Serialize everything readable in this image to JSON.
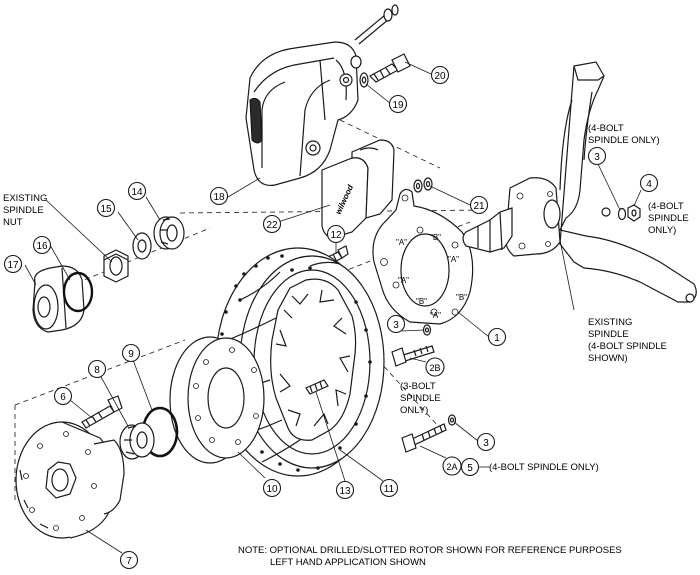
{
  "callouts": {
    "c1": "1",
    "c2A": "2A",
    "c2B": "2B",
    "c3a": "3",
    "c3b": "3",
    "c3c": "3",
    "c4": "4",
    "c5": "5",
    "c6": "6",
    "c7": "7",
    "c8": "8",
    "c9": "9",
    "c10": "10",
    "c11": "11",
    "c12": "12",
    "c13": "13",
    "c14": "14",
    "c15": "15",
    "c16": "16",
    "c17": "17",
    "c18": "18",
    "c19": "19",
    "c20": "20",
    "c21": "21",
    "c22": "22"
  },
  "labels": {
    "existing_spindle_nut": [
      "EXISTING",
      "SPINDLE",
      "NUT"
    ],
    "four_bolt_spindle_only_top": [
      "(4-BOLT",
      "SPINDLE ONLY)"
    ],
    "four_bolt_spindle_only_right": [
      "(4-BOLT",
      "SPINDLE",
      "ONLY)"
    ],
    "existing_spindle": [
      "EXISTING",
      "SPINDLE",
      "(4-BOLT SPINDLE",
      "SHOWN)"
    ],
    "three_bolt_spindle_only": [
      "(3-BOLT",
      "SPINDLE",
      "ONLY)"
    ],
    "four_bolt_spindle_only_bottom": "(4-BOLT SPINDLE ONLY)"
  },
  "bracket_letters": {
    "a": "\"A\"",
    "b": "\"B\""
  },
  "brand": "wilwood",
  "note": {
    "line1": "NOTE: OPTIONAL DRILLED/SLOTTED ROTOR SHOWN FOR REFERENCE PURPOSES",
    "line2": "LEFT HAND APPLICATION SHOWN"
  }
}
